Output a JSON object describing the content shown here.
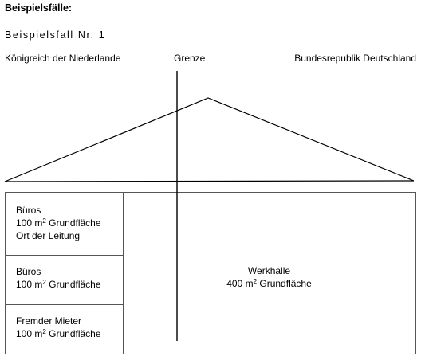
{
  "heading": "Beispielsfälle:",
  "case_title": "Beispielsfall Nr. 1",
  "labels": {
    "left": "Königreich der Niederlande",
    "center": "Grenze",
    "right": "Bundesrepublik Deutschland"
  },
  "rooms": [
    {
      "name": "Büros",
      "area_prefix": "100 m",
      "area_exp": "2",
      "area_suffix": " Grundfläche",
      "extra": "Ort der Leitung"
    },
    {
      "name": "Büros",
      "area_prefix": "100 m",
      "area_exp": "2",
      "area_suffix": " Grundfläche"
    },
    {
      "name": "Fremder Mieter",
      "area_prefix": "100 m",
      "area_exp": "2",
      "area_suffix": " Grundfläche"
    }
  ],
  "hall": {
    "name": "Werkhalle",
    "area_prefix": "400 m",
    "area_exp": "2",
    "area_suffix": " Grundfläche"
  },
  "colors": {
    "line": "#000000",
    "box_border": "#555555"
  }
}
